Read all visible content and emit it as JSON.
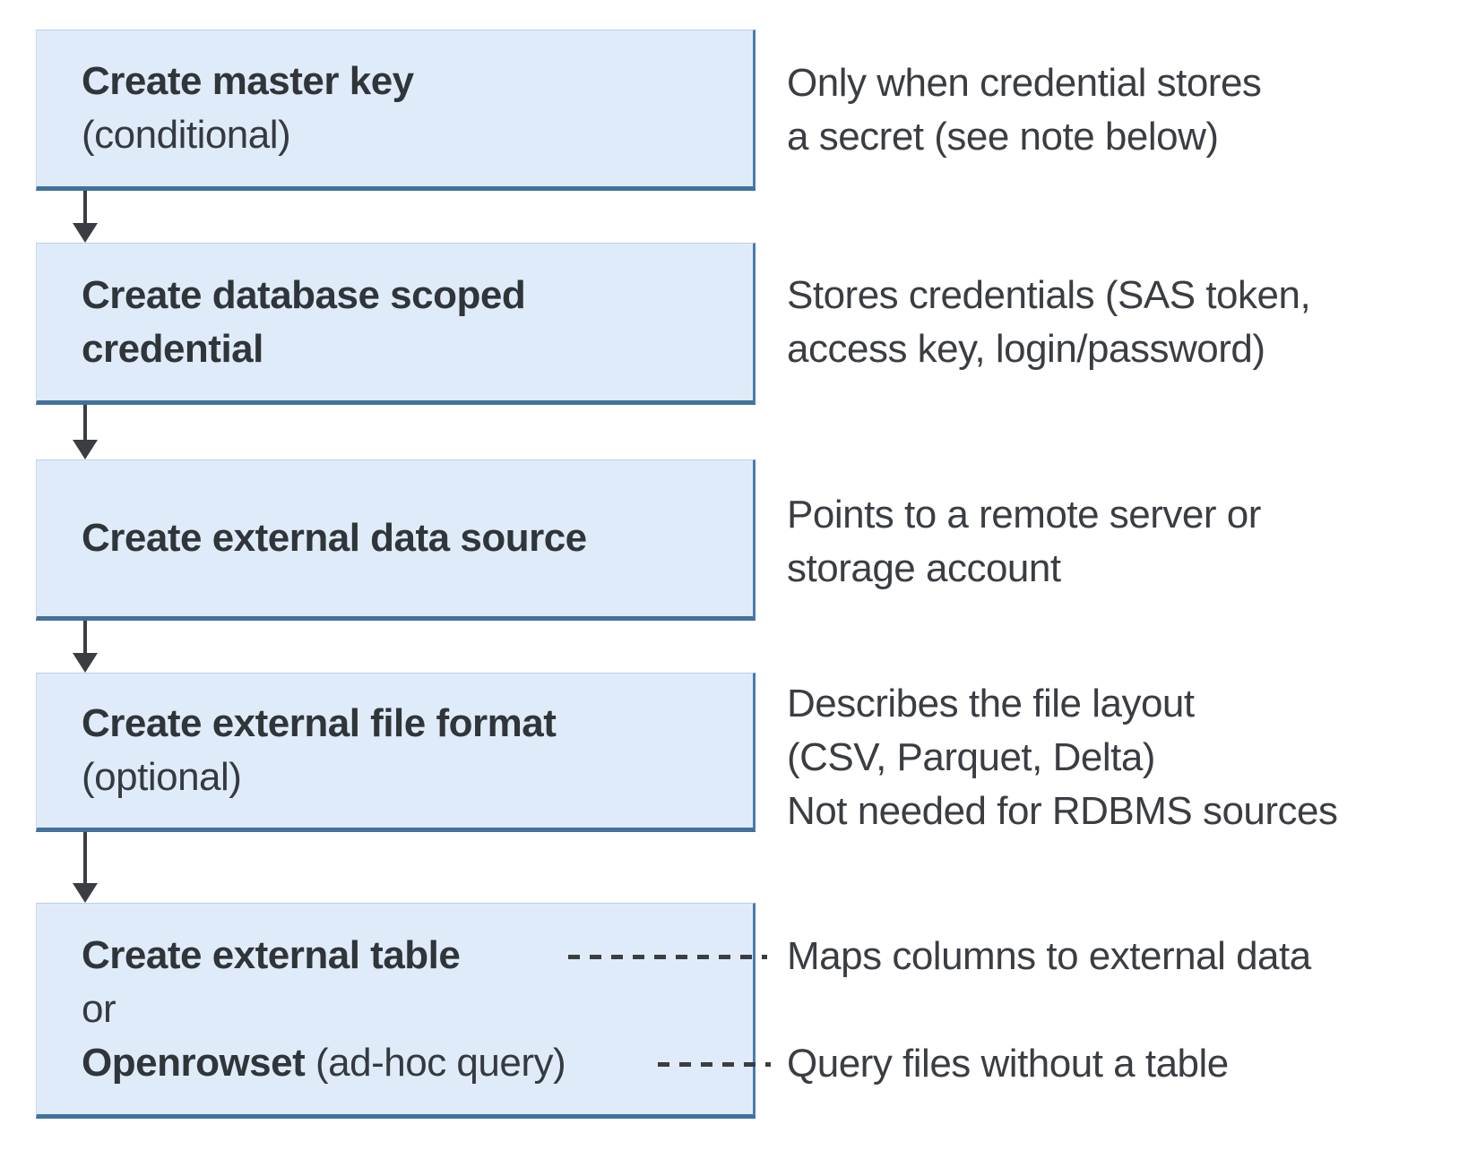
{
  "diagram": {
    "description_visible_only": "flow of five steps with side annotations",
    "colors": {
      "box_fill": "#e0ebfa",
      "box_border_light": "#b7cfec",
      "box_border_dark": "#41719c",
      "arrow": "#3a3d42",
      "text": "#343a40"
    },
    "steps": [
      {
        "title": "Create master key",
        "subtitle": "(conditional)",
        "note_lines": [
          "Only when credential stores",
          "a secret (see note below)"
        ]
      },
      {
        "title_line1": "Create database scoped",
        "title_line2": "credential",
        "note_lines": [
          "Stores credentials (SAS token,",
          "access key, login/password)"
        ]
      },
      {
        "title": "Create external data source",
        "note_lines": [
          "Points to a remote server or",
          "storage account"
        ]
      },
      {
        "title": "Create external file format",
        "subtitle": "(optional)",
        "note_lines": [
          "Describes the file layout",
          "(CSV, Parquet, Delta)",
          "Not needed for RDBMS sources"
        ]
      }
    ],
    "final_step": {
      "option1_title": "Create external table",
      "option1_note": "Maps columns to external data",
      "separator": "or",
      "option2_title": "Openrowset",
      "option2_suffix": " (ad-hoc query)",
      "option2_note": "Query files without a table"
    }
  }
}
